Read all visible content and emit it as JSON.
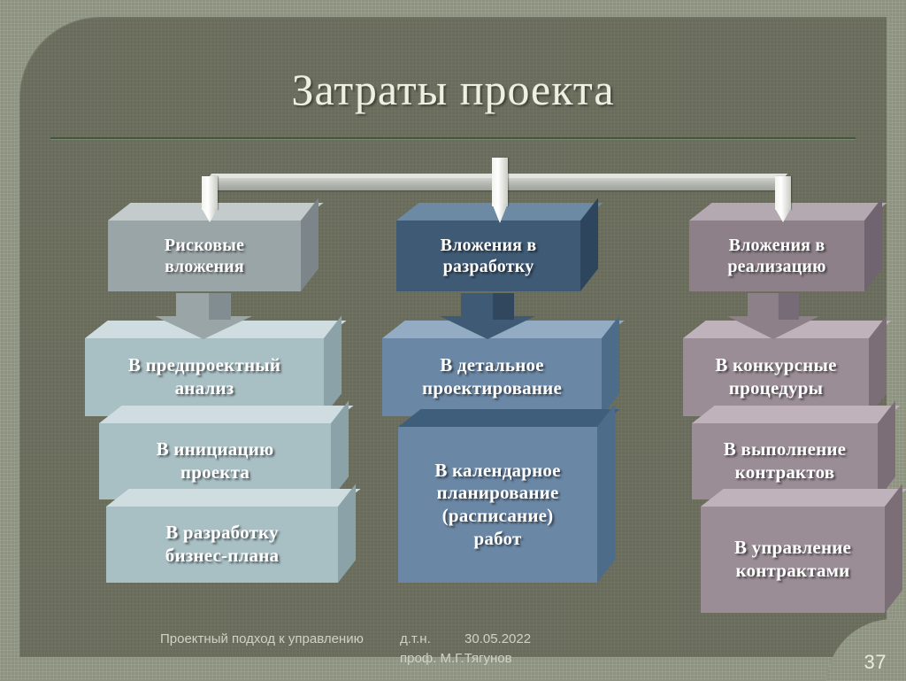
{
  "slide": {
    "title": "Затраты проекта",
    "number": "37",
    "background_color": "#6d705f",
    "frame_color": "#949a86",
    "title_color": "#eef0e2",
    "rule_color": "#3d5a3b"
  },
  "diagram": {
    "columns": [
      {
        "id": "risk",
        "accent_color": "#9aa5a8",
        "header": "Рисковые\nвложения",
        "items": [
          "В предпроектный\nанализ",
          "В инициацию\nпроекта",
          "В разработку\nбизнес-плана"
        ]
      },
      {
        "id": "development",
        "accent_color": "#3e5a75",
        "header": "Вложения в\nразработку",
        "items": [
          "В детальное\nпроектирование",
          "В календарное\nпланирование\n(расписание)\nработ"
        ]
      },
      {
        "id": "implementation",
        "accent_color": "#8d8089",
        "header": "Вложения в\nреализацию",
        "items": [
          "В конкурсные\nпроцедуры",
          "В выполнение\nконтрактов",
          "В управление\nконтрактами"
        ]
      }
    ]
  },
  "footer": {
    "course": "Проектный подход к управлению",
    "degree": "д.т.н.",
    "date": "30.05.2022",
    "lecturer": "проф. М.Г.Тягунов"
  }
}
